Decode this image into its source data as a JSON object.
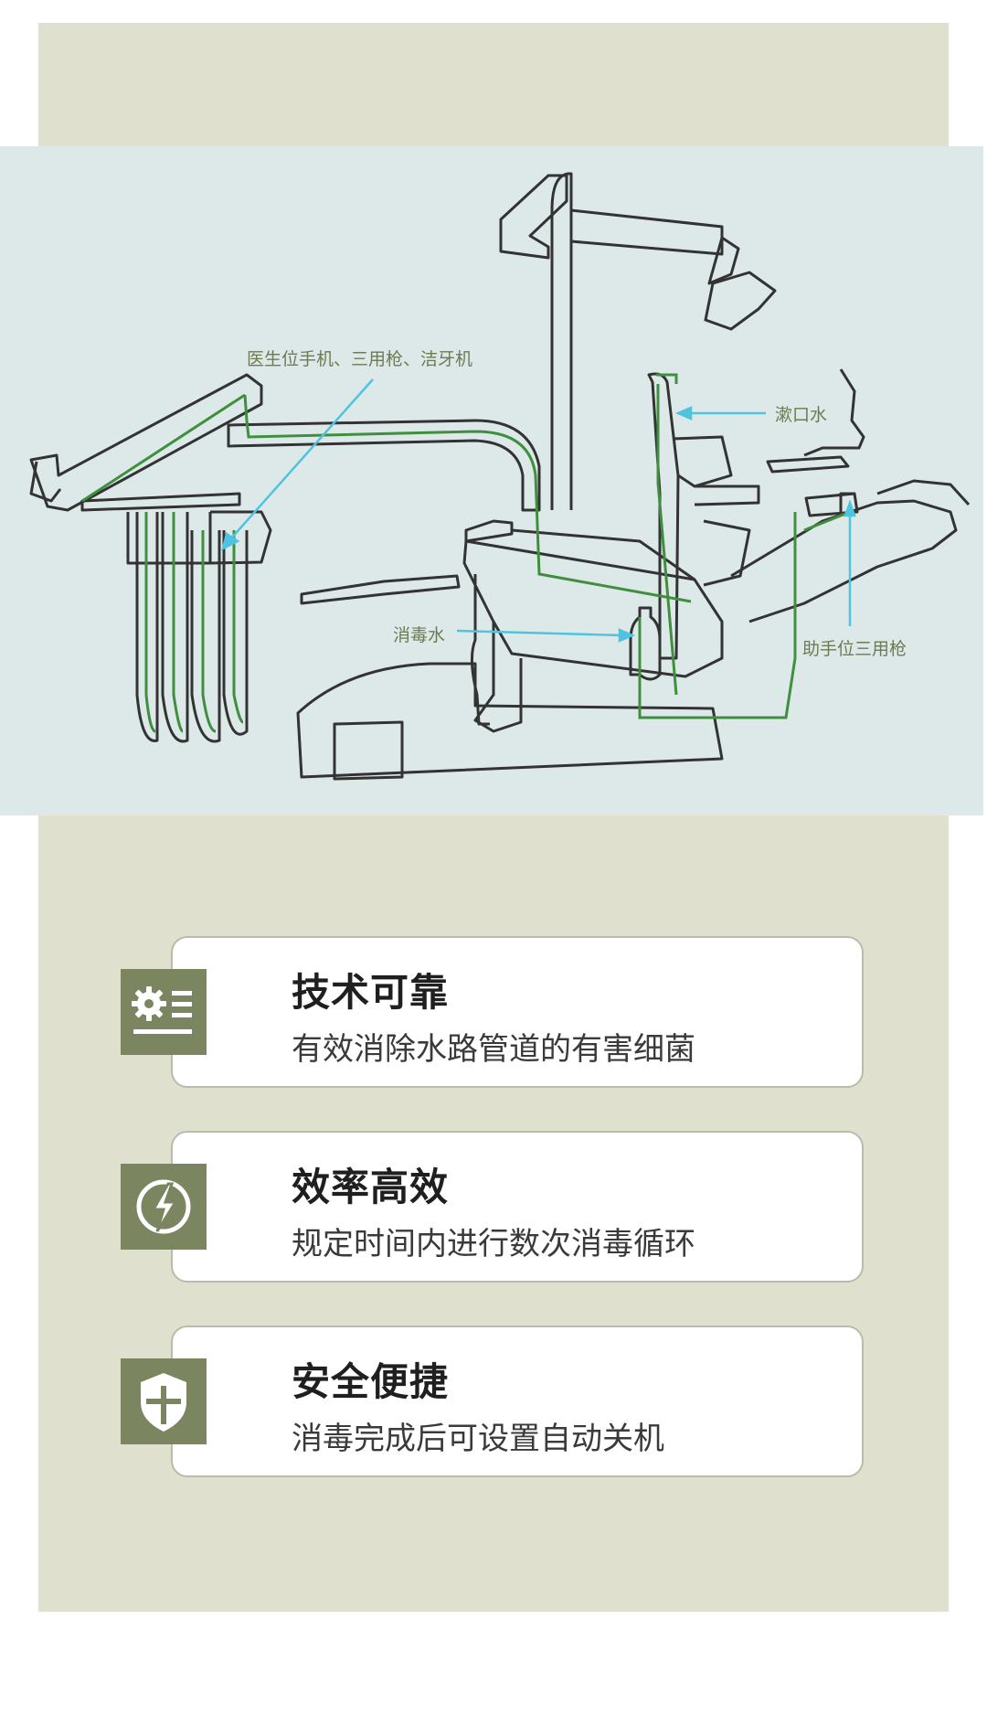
{
  "diagram": {
    "labels": {
      "doctor_handpiece": "医生位手机、三用枪、洁牙机",
      "mouth_rinse": "漱口水",
      "disinfectant": "消毒水",
      "assistant_syringe": "助手位三用枪"
    },
    "colors": {
      "background": "#dde9e8",
      "outline": "#333333",
      "water_path": "#3f8f3f",
      "pointer": "#4fc3e0"
    }
  },
  "features": [
    {
      "icon": "gear-settings-icon",
      "title": "技术可靠",
      "desc": "有效消除水路管道的有害细菌"
    },
    {
      "icon": "lightning-icon",
      "title": "效率高效",
      "desc": "规定时间内进行数次消毒循环"
    },
    {
      "icon": "shield-icon",
      "title": "安全便捷",
      "desc": "消毒完成后可设置自动关机"
    }
  ],
  "colors": {
    "panel": "#dfe1ce",
    "icon_box": "#7b8560",
    "card_border": "#b9bca9"
  }
}
